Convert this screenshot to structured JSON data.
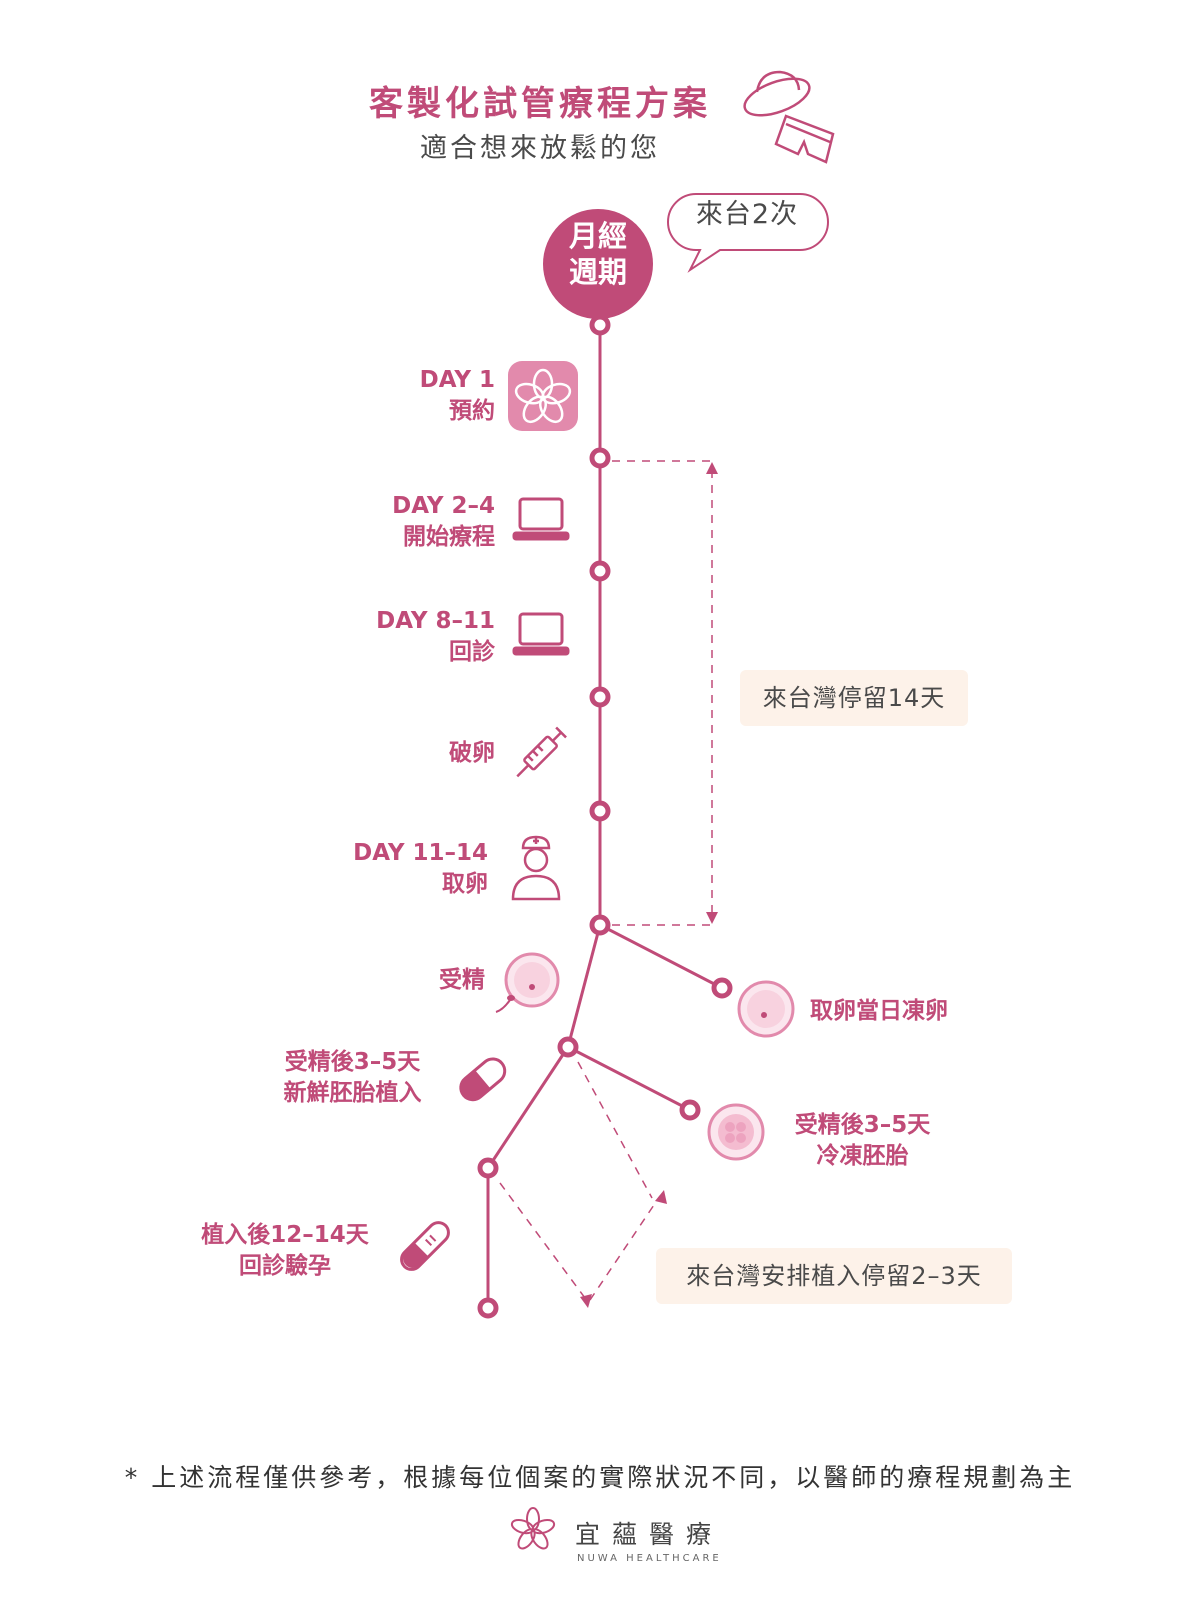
{
  "header": {
    "title": "客製化試管療程方案",
    "subtitle": "適合想來放鬆的您"
  },
  "start": {
    "cycle_line1": "月經",
    "cycle_line2": "週期",
    "visits": "來台2次"
  },
  "steps": [
    {
      "day": "DAY 1",
      "action": "預約",
      "icon": "flower-app-icon"
    },
    {
      "day": "DAY 2–4",
      "action": "開始療程",
      "icon": "laptop-icon"
    },
    {
      "day": "DAY 8–11",
      "action": "回診",
      "icon": "laptop-icon"
    },
    {
      "day": "",
      "action": "破卵",
      "icon": "syringe-icon"
    },
    {
      "day": "DAY 11–14",
      "action": "取卵",
      "icon": "nurse-icon"
    }
  ],
  "branches": {
    "fertilization": "受精",
    "freeze_eggs": "取卵當日凍卵",
    "fresh_line1": "受精後3–5天",
    "fresh_line2": "新鮮胚胎植入",
    "frozen_line1": "受精後3–5天",
    "frozen_line2": "冷凍胚胎",
    "test_line1": "植入後12–14天",
    "test_line2": "回診驗孕"
  },
  "notes": {
    "stay_14": "來台灣停留14天",
    "stay_2_3": "來台灣安排植入停留2–3天"
  },
  "footer": {
    "disclaimer": "上述流程僅供參考，根據每位個案的實際狀況不同，以醫師的療程規劃為主",
    "brand_cn": "宜蘊醫療",
    "brand_en": "NUWA HEALTHCARE"
  },
  "colors": {
    "accent": "#c04b78",
    "note_bg": "#fdf2e9",
    "text": "#4a4a4a"
  }
}
